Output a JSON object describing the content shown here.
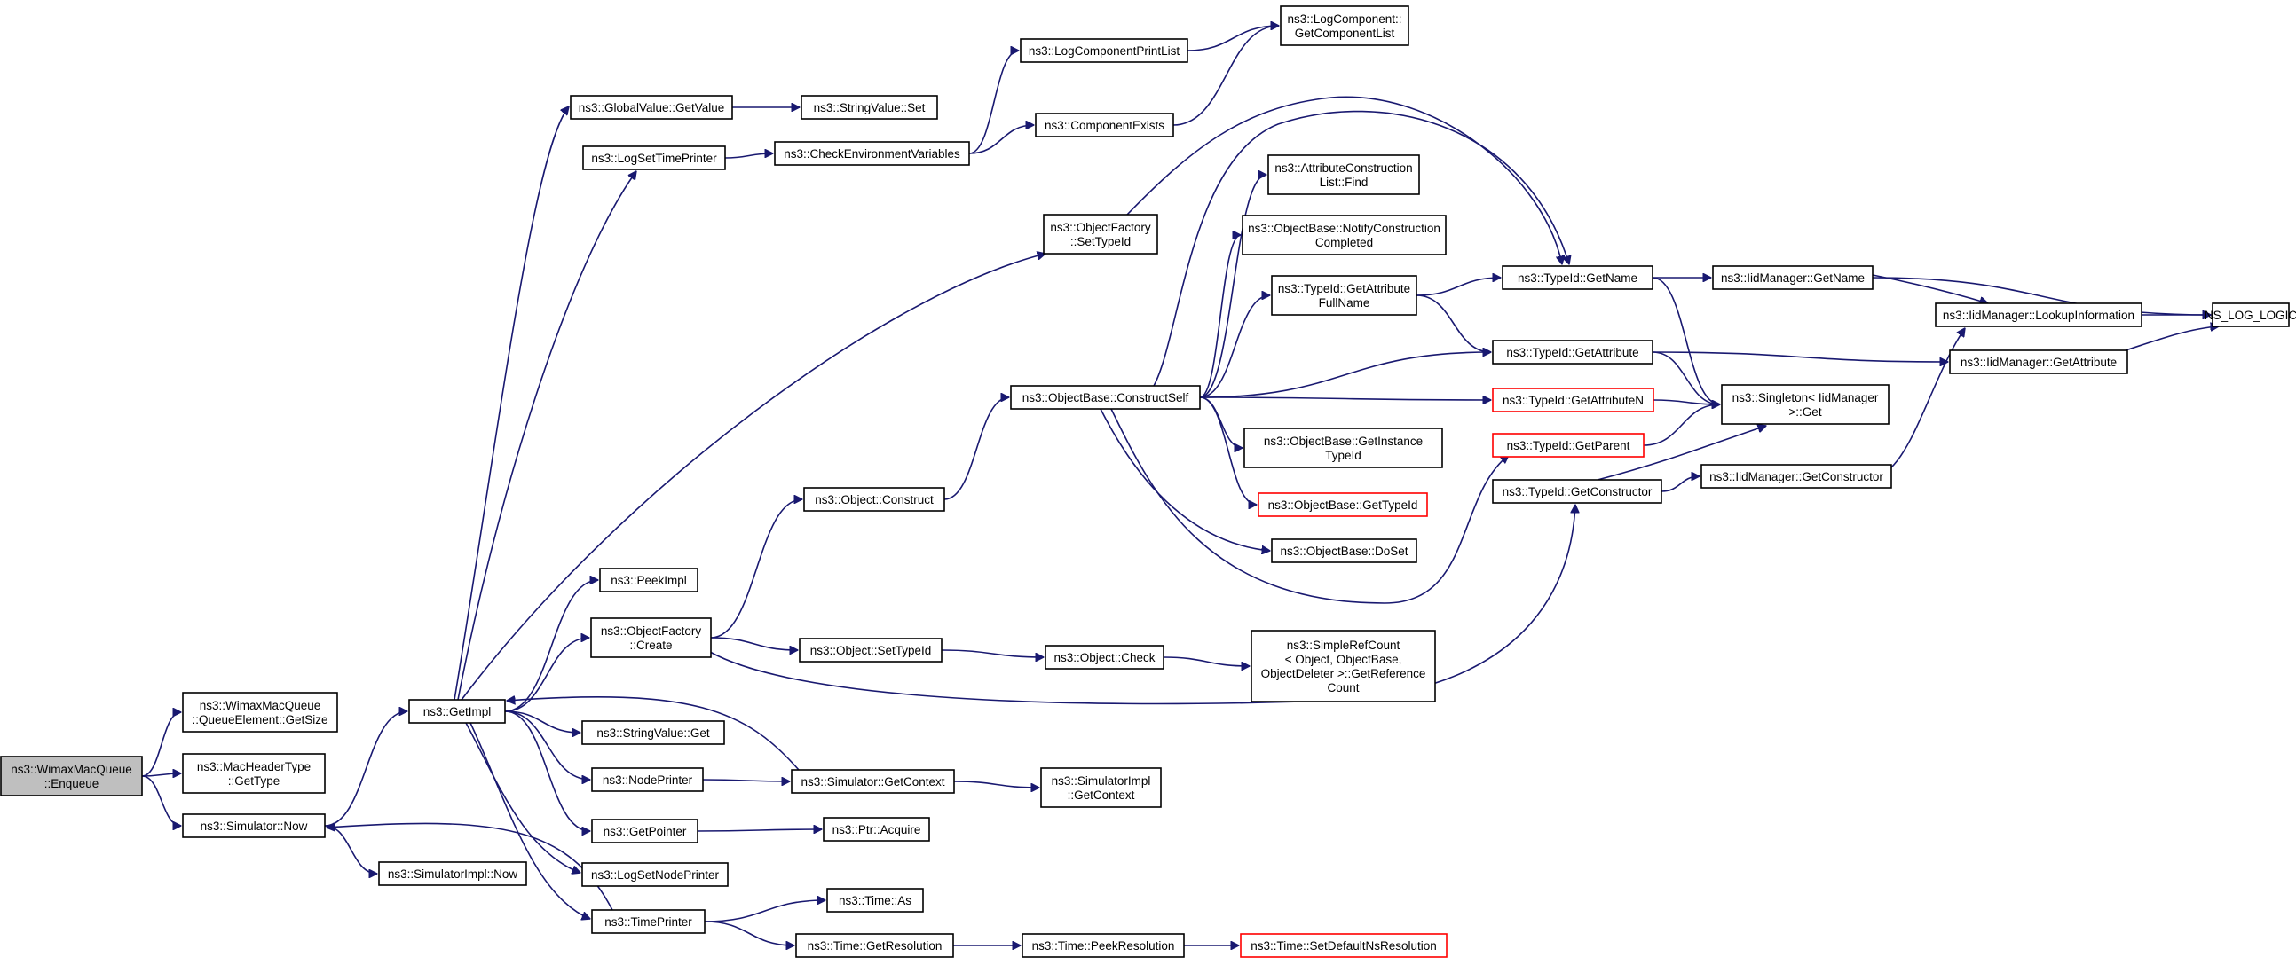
{
  "colors": {
    "edge": "#191970",
    "root_fill": "#bfbfbf",
    "missing_border": "#ff0000"
  },
  "nodes": [
    {
      "id": "enqueue",
      "lines": [
        "ns3::WimaxMacQueue",
        "::Enqueue"
      ],
      "root": true
    },
    {
      "id": "getsize",
      "lines": [
        "ns3::WimaxMacQueue",
        "::QueueElement::GetSize"
      ]
    },
    {
      "id": "machdr",
      "lines": [
        "ns3::MacHeaderType",
        "::GetType"
      ]
    },
    {
      "id": "simnow",
      "lines": [
        "ns3::Simulator::Now"
      ]
    },
    {
      "id": "simimplnow",
      "lines": [
        "ns3::SimulatorImpl::Now"
      ]
    },
    {
      "id": "getimpl",
      "lines": [
        "ns3::GetImpl"
      ]
    },
    {
      "id": "gvgetvalue",
      "lines": [
        "ns3::GlobalValue::GetValue"
      ]
    },
    {
      "id": "strvalset",
      "lines": [
        "ns3::StringValue::Set"
      ]
    },
    {
      "id": "logsettp",
      "lines": [
        "ns3::LogSetTimePrinter"
      ]
    },
    {
      "id": "checkenv",
      "lines": [
        "ns3::CheckEnvironmentVariables"
      ]
    },
    {
      "id": "logcompprint",
      "lines": [
        "ns3::LogComponentPrintList"
      ]
    },
    {
      "id": "logcompget",
      "lines": [
        "ns3::LogComponent::",
        "GetComponentList"
      ]
    },
    {
      "id": "compexists",
      "lines": [
        "ns3::ComponentExists"
      ]
    },
    {
      "id": "ofsettypeid",
      "lines": [
        "ns3::ObjectFactory",
        "::SetTypeId"
      ]
    },
    {
      "id": "peekimpl",
      "lines": [
        "ns3::PeekImpl"
      ]
    },
    {
      "id": "ofcreate",
      "lines": [
        "ns3::ObjectFactory",
        "::Create"
      ]
    },
    {
      "id": "strvalget",
      "lines": [
        "ns3::StringValue::Get"
      ]
    },
    {
      "id": "nodeprinter",
      "lines": [
        "ns3::NodePrinter"
      ]
    },
    {
      "id": "getpointer",
      "lines": [
        "ns3::GetPointer"
      ]
    },
    {
      "id": "logsetnp",
      "lines": [
        "ns3::LogSetNodePrinter"
      ]
    },
    {
      "id": "timeprinter",
      "lines": [
        "ns3::TimePrinter"
      ]
    },
    {
      "id": "objconstruct",
      "lines": [
        "ns3::Object::Construct"
      ]
    },
    {
      "id": "objsettypeid",
      "lines": [
        "ns3::Object::SetTypeId"
      ]
    },
    {
      "id": "simgetctx",
      "lines": [
        "ns3::Simulator::GetContext"
      ]
    },
    {
      "id": "ptracquire",
      "lines": [
        "ns3::Ptr::Acquire"
      ]
    },
    {
      "id": "timeas",
      "lines": [
        "ns3::Time::As"
      ]
    },
    {
      "id": "timegetres",
      "lines": [
        "ns3::Time::GetResolution"
      ]
    },
    {
      "id": "obconstructself",
      "lines": [
        "ns3::ObjectBase::ConstructSelf"
      ]
    },
    {
      "id": "objcheck",
      "lines": [
        "ns3::Object::Check"
      ]
    },
    {
      "id": "simimplgetctx",
      "lines": [
        "ns3::SimulatorImpl",
        "::GetContext"
      ]
    },
    {
      "id": "timepeekres",
      "lines": [
        "ns3::Time::PeekResolution"
      ]
    },
    {
      "id": "attrconstrfind",
      "lines": [
        "ns3::AttributeConstruction",
        "List::Find"
      ]
    },
    {
      "id": "obnotify",
      "lines": [
        "ns3::ObjectBase::NotifyConstruction",
        "Completed"
      ]
    },
    {
      "id": "tidgetattrfull",
      "lines": [
        "ns3::TypeId::GetAttribute",
        "FullName"
      ]
    },
    {
      "id": "obgetinst",
      "lines": [
        "ns3::ObjectBase::GetInstance",
        "TypeId"
      ]
    },
    {
      "id": "obgettypeid",
      "lines": [
        "ns3::ObjectBase::GetTypeId"
      ],
      "red": true
    },
    {
      "id": "obdoset",
      "lines": [
        "ns3::ObjectBase::DoSet"
      ]
    },
    {
      "id": "simplerefcount",
      "lines": [
        "ns3::SimpleRefCount",
        "< Object, ObjectBase,",
        "ObjectDeleter >::GetReference",
        "Count"
      ]
    },
    {
      "id": "timesetdefault",
      "lines": [
        "ns3::Time::SetDefaultNsResolution"
      ],
      "red": true
    },
    {
      "id": "tidgetname",
      "lines": [
        "ns3::TypeId::GetName"
      ]
    },
    {
      "id": "tidgetattr",
      "lines": [
        "ns3::TypeId::GetAttribute"
      ]
    },
    {
      "id": "tidgetattrn",
      "lines": [
        "ns3::TypeId::GetAttributeN"
      ],
      "red": true
    },
    {
      "id": "tidgetparent",
      "lines": [
        "ns3::TypeId::GetParent"
      ],
      "red": true
    },
    {
      "id": "tidgetctor",
      "lines": [
        "ns3::TypeId::GetConstructor"
      ]
    },
    {
      "id": "singleton",
      "lines": [
        "ns3::Singleton< IidManager",
        ">::Get"
      ]
    },
    {
      "id": "iidgetname",
      "lines": [
        "ns3::IidManager::GetName"
      ]
    },
    {
      "id": "iidlookup",
      "lines": [
        "ns3::IidManager::LookupInformation"
      ]
    },
    {
      "id": "iidgetattr",
      "lines": [
        "ns3::IidManager::GetAttribute"
      ]
    },
    {
      "id": "iidgetctor",
      "lines": [
        "ns3::IidManager::GetConstructor"
      ]
    },
    {
      "id": "nslog",
      "lines": [
        "NS_LOG_LOGIC"
      ]
    }
  ],
  "edges": [
    [
      "enqueue",
      "getsize"
    ],
    [
      "enqueue",
      "machdr"
    ],
    [
      "enqueue",
      "simnow"
    ],
    [
      "simnow",
      "getimpl"
    ],
    [
      "simnow",
      "simimplnow"
    ],
    [
      "getimpl",
      "gvgetvalue"
    ],
    [
      "getimpl",
      "logsettp"
    ],
    [
      "getimpl",
      "ofsettypeid"
    ],
    [
      "getimpl",
      "peekimpl"
    ],
    [
      "getimpl",
      "ofcreate"
    ],
    [
      "getimpl",
      "strvalget"
    ],
    [
      "getimpl",
      "nodeprinter"
    ],
    [
      "getimpl",
      "getpointer"
    ],
    [
      "getimpl",
      "logsetnp"
    ],
    [
      "getimpl",
      "timeprinter"
    ],
    [
      "gvgetvalue",
      "strvalset"
    ],
    [
      "logsettp",
      "checkenv"
    ],
    [
      "checkenv",
      "logcompprint"
    ],
    [
      "checkenv",
      "compexists"
    ],
    [
      "logcompprint",
      "logcompget"
    ],
    [
      "compexists",
      "logcompget"
    ],
    [
      "ofsettypeid",
      "tidgetname"
    ],
    [
      "ofcreate",
      "objconstruct"
    ],
    [
      "ofcreate",
      "objsettypeid"
    ],
    [
      "ofcreate",
      "tidgetctor"
    ],
    [
      "nodeprinter",
      "simgetctx"
    ],
    [
      "getpointer",
      "ptracquire"
    ],
    [
      "timeprinter",
      "simnow"
    ],
    [
      "timeprinter",
      "timeas"
    ],
    [
      "timeprinter",
      "timegetres"
    ],
    [
      "objconstruct",
      "obconstructself"
    ],
    [
      "objsettypeid",
      "objcheck"
    ],
    [
      "simgetctx",
      "getimpl"
    ],
    [
      "simgetctx",
      "simimplgetctx"
    ],
    [
      "timegetres",
      "timepeekres"
    ],
    [
      "timepeekres",
      "timesetdefault"
    ],
    [
      "objcheck",
      "simplerefcount"
    ],
    [
      "obconstructself",
      "attrconstrfind"
    ],
    [
      "obconstructself",
      "obnotify"
    ],
    [
      "obconstructself",
      "tidgetattrfull"
    ],
    [
      "obconstructself",
      "tidgetname"
    ],
    [
      "obconstructself",
      "tidgetattr"
    ],
    [
      "obconstructself",
      "tidgetattrn"
    ],
    [
      "obconstructself",
      "obgetinst"
    ],
    [
      "obconstructself",
      "obgettypeid"
    ],
    [
      "obconstructself",
      "obdoset"
    ],
    [
      "obconstructself",
      "tidgetparent"
    ],
    [
      "tidgetattrfull",
      "tidgetname"
    ],
    [
      "tidgetattrfull",
      "tidgetattr"
    ],
    [
      "tidgetname",
      "iidgetname"
    ],
    [
      "tidgetname",
      "singleton"
    ],
    [
      "tidgetattr",
      "iidgetattr"
    ],
    [
      "tidgetattr",
      "singleton"
    ],
    [
      "tidgetattrn",
      "singleton"
    ],
    [
      "tidgetparent",
      "singleton"
    ],
    [
      "tidgetctor",
      "singleton"
    ],
    [
      "tidgetctor",
      "iidgetctor"
    ],
    [
      "iidgetname",
      "iidlookup"
    ],
    [
      "iidgetname",
      "nslog"
    ],
    [
      "iidlookup",
      "nslog"
    ],
    [
      "iidgetattr",
      "nslog"
    ],
    [
      "iidgetctor",
      "iidlookup"
    ]
  ]
}
